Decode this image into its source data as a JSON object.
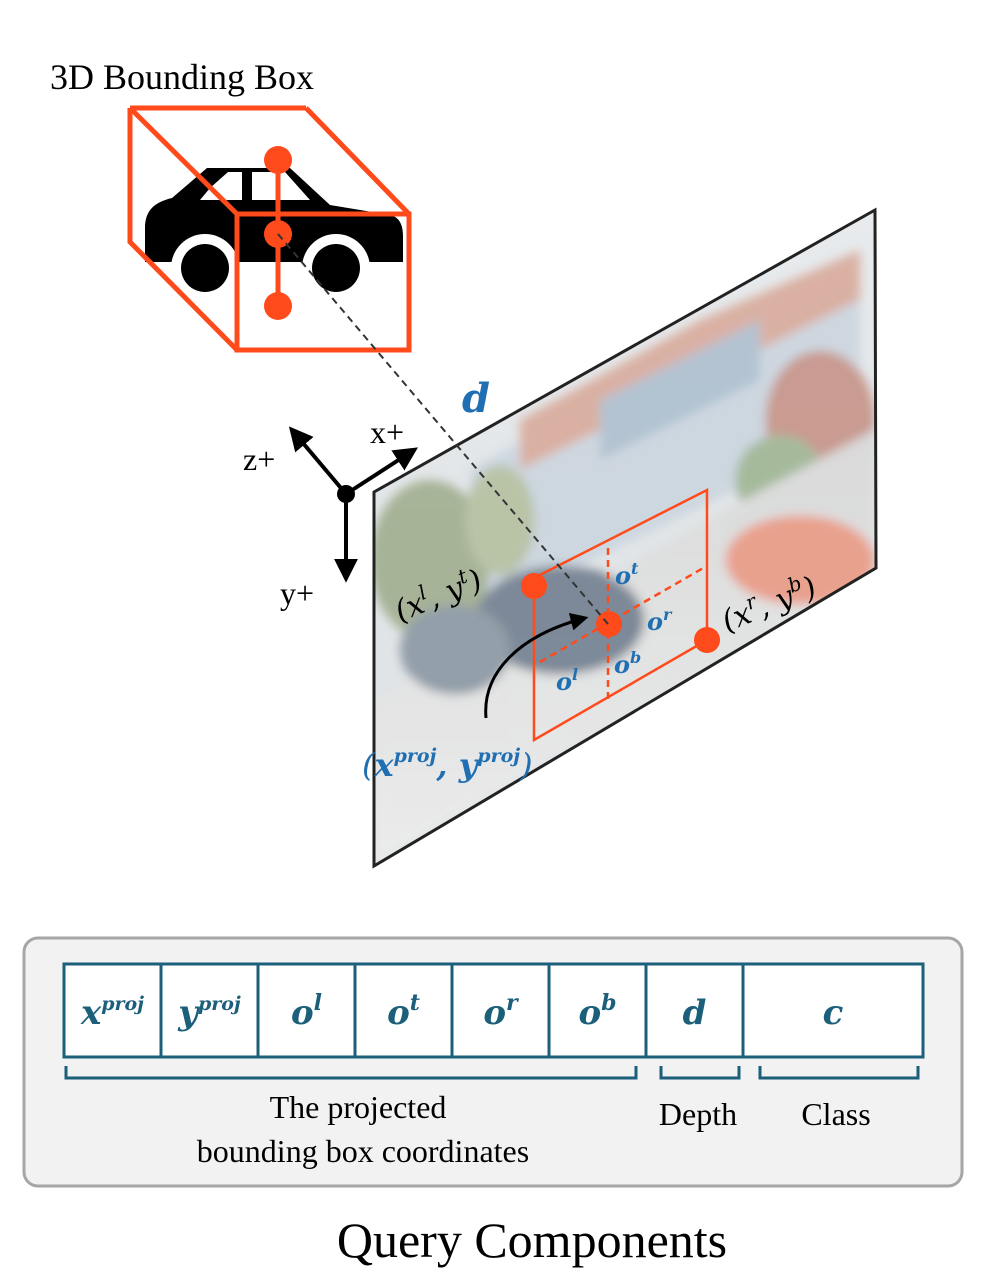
{
  "title": "3D Bounding Box",
  "depth_symbol": "d",
  "axes": {
    "x": "x+",
    "y": "y+",
    "z": "z+"
  },
  "offsets": {
    "top": "o",
    "top_sup": "t",
    "right": "o",
    "right_sup": "r",
    "bottom": "o",
    "bottom_sup": "b",
    "left": "o",
    "left_sup": "l"
  },
  "corner_top_left": {
    "x": "x",
    "x_sup": "l",
    "y": "y",
    "y_sup": "t"
  },
  "corner_bottom_right": {
    "x": "x",
    "x_sup": "r",
    "y": "y",
    "y_sup": "b"
  },
  "projected_center": {
    "x": "x",
    "x_sup": "proj",
    "y": "y",
    "y_sup": "proj"
  },
  "query_cells": [
    {
      "base": "x",
      "sup": "proj"
    },
    {
      "base": "y",
      "sup": "proj"
    },
    {
      "base": "o",
      "sup": "l"
    },
    {
      "base": "o",
      "sup": "t"
    },
    {
      "base": "o",
      "sup": "r"
    },
    {
      "base": "o",
      "sup": "b"
    },
    {
      "base": "d",
      "sup": ""
    },
    {
      "base": "c",
      "sup": ""
    }
  ],
  "group_labels": {
    "coords_line1": "The projected",
    "coords_line2": "bounding box coordinates",
    "depth": "Depth",
    "class": "Class"
  },
  "caption": "Query Components",
  "colors": {
    "accent": "#ff4a1c",
    "blue": "#1f6fb2",
    "teal": "#1b5f7a",
    "panel_bg": "#f2f2f2",
    "panel_border": "#a6a6a6"
  }
}
